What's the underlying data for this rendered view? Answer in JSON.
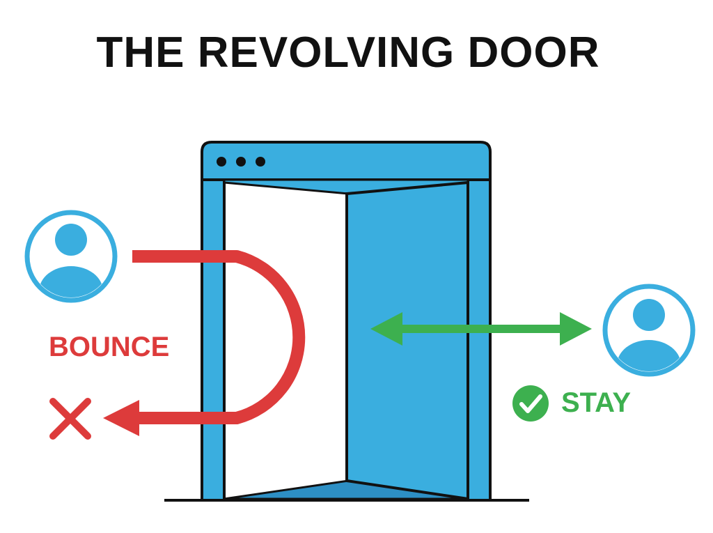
{
  "title": "THE REVOLVING DOOR",
  "labels": {
    "bounce": "BOUNCE",
    "stay": "STAY"
  },
  "icons": {
    "left_user": "user-avatar-icon",
    "right_user": "user-avatar-icon",
    "bounce_mark": "x-mark-icon",
    "stay_mark": "checkmark-circle-icon"
  },
  "colors": {
    "door_blue": "#3aaedf",
    "door_outline": "#111111",
    "bounce_red": "#dd3b3b",
    "stay_green": "#3db04f",
    "avatar_blue": "#3aaedf"
  }
}
